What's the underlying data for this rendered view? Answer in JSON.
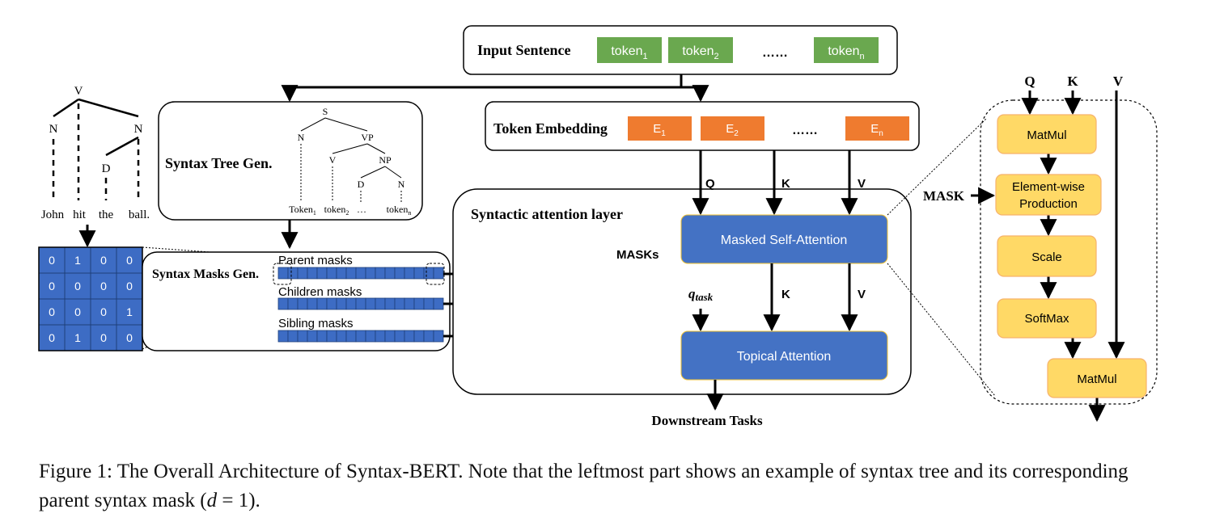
{
  "input": {
    "title": "Input Sentence",
    "tokens": [
      {
        "base": "token",
        "sub": "1"
      },
      {
        "base": "token",
        "sub": "2"
      },
      {
        "base": "……",
        "sub": ""
      },
      {
        "base": "token",
        "sub": "n"
      }
    ]
  },
  "embedding": {
    "title": "Token Embedding",
    "items": [
      {
        "base": "E",
        "sub": "1"
      },
      {
        "base": "E",
        "sub": "2"
      },
      {
        "base": "……",
        "sub": ""
      },
      {
        "base": "E",
        "sub": "n"
      }
    ]
  },
  "syntax_tree_gen": {
    "title": "Syntax Tree Gen.",
    "nodes": [
      "S",
      "N",
      "VP",
      "V",
      "NP",
      "D",
      "N"
    ],
    "leaves": [
      {
        "base": "Token",
        "sub": "1"
      },
      {
        "base": "token",
        "sub": "2"
      },
      {
        "base": "…",
        "sub": ""
      },
      {
        "base": "token",
        "sub": "n"
      }
    ]
  },
  "example_tree": {
    "nodes": [
      "V",
      "N",
      "N",
      "D"
    ],
    "words": [
      "John",
      "hit",
      "the",
      "ball."
    ]
  },
  "mask_matrix": [
    [
      0,
      1,
      0,
      0
    ],
    [
      0,
      0,
      0,
      0
    ],
    [
      0,
      0,
      0,
      1
    ],
    [
      0,
      1,
      0,
      0
    ]
  ],
  "syntax_masks_gen": {
    "title": "Syntax Masks Gen.",
    "masks": [
      "Parent masks",
      "Children masks",
      "Sibling masks"
    ]
  },
  "attention_layer": {
    "title": "Syntactic attention layer",
    "masked_self_attention": "Masked Self-Attention",
    "topical_attention": "Topical Attention",
    "masks_label": "MASKs",
    "q_task": {
      "base": "q",
      "sub": "task"
    },
    "labels": {
      "q": "Q",
      "k": "K",
      "v": "V"
    }
  },
  "downstream": "Downstream Tasks",
  "detail": {
    "inputs": [
      "Q",
      "K",
      "V"
    ],
    "mask_label": "MASK",
    "blocks": [
      "MatMul",
      "Element-wise\nProduction",
      "Scale",
      "SoftMax",
      "MatMul"
    ]
  },
  "caption": "Figure 1: The Overall Architecture of Syntax-BERT. Note that the leftmost part shows an example of syntax tree and its corresponding parent syntax mask (d = 1).",
  "colors": {
    "token_green": "#6aa84f",
    "embedding_orange": "#ef7b2f",
    "attention_blue": "#4472c4",
    "detail_yellow": "#ffd966",
    "detail_yellow_border": "#f6b26b",
    "mask_blue": "#3d6cc4"
  }
}
